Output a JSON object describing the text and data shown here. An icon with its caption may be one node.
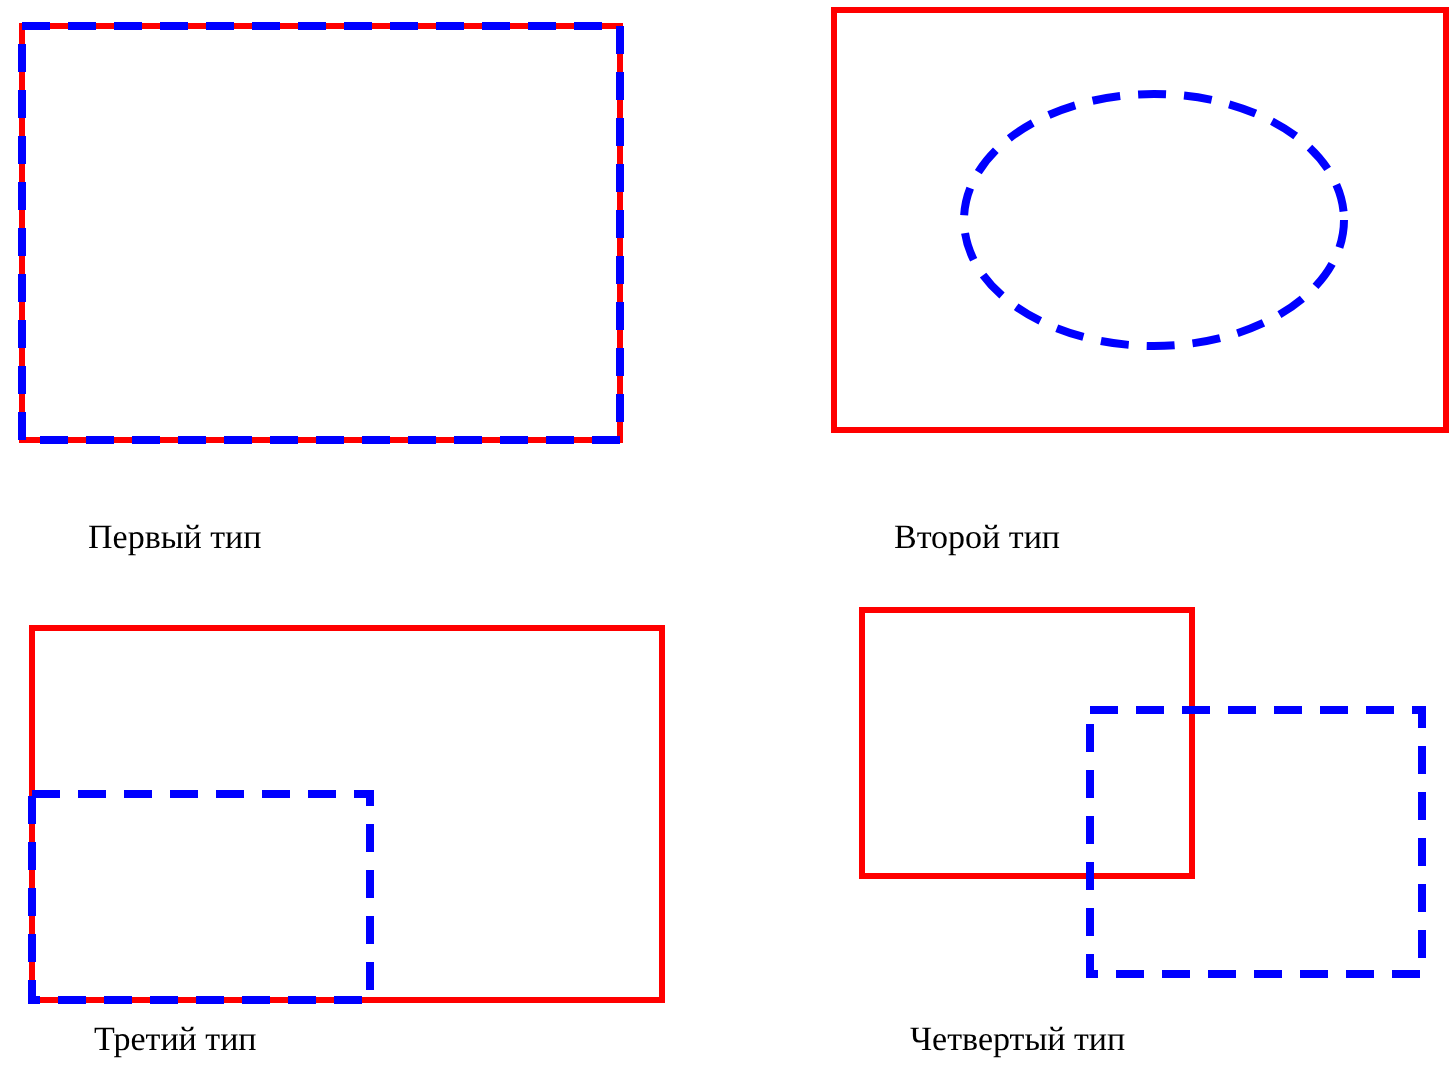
{
  "diagram": {
    "labels": [
      "Первый тип",
      "Второй тип",
      "Третий тип",
      "Четвертый тип"
    ]
  }
}
